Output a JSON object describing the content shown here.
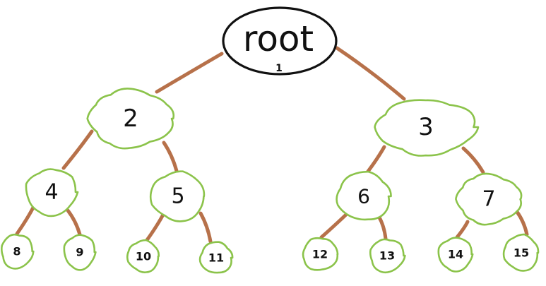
{
  "colors": {
    "branch": "#b7714a",
    "cloud_outline": "#8bc34a",
    "root_outline": "#111111",
    "text": "#111111",
    "background": "#ffffff"
  },
  "tree": {
    "root": {
      "label": "root",
      "index": "1"
    },
    "nodes": [
      {
        "id": "n2",
        "label": "2",
        "parent": "root"
      },
      {
        "id": "n3",
        "label": "3",
        "parent": "root"
      },
      {
        "id": "n4",
        "label": "4",
        "parent": "n2"
      },
      {
        "id": "n5",
        "label": "5",
        "parent": "n2"
      },
      {
        "id": "n6",
        "label": "6",
        "parent": "n3"
      },
      {
        "id": "n7",
        "label": "7",
        "parent": "n3"
      },
      {
        "id": "n8",
        "label": "8",
        "parent": "n4"
      },
      {
        "id": "n9",
        "label": "9",
        "parent": "n4"
      },
      {
        "id": "n10",
        "label": "10",
        "parent": "n5"
      },
      {
        "id": "n11",
        "label": "11",
        "parent": "n5"
      },
      {
        "id": "n12",
        "label": "12",
        "parent": "n6"
      },
      {
        "id": "n13",
        "label": "13",
        "parent": "n6"
      },
      {
        "id": "n14",
        "label": "14",
        "parent": "n7"
      },
      {
        "id": "n15",
        "label": "15",
        "parent": "n7"
      }
    ]
  }
}
